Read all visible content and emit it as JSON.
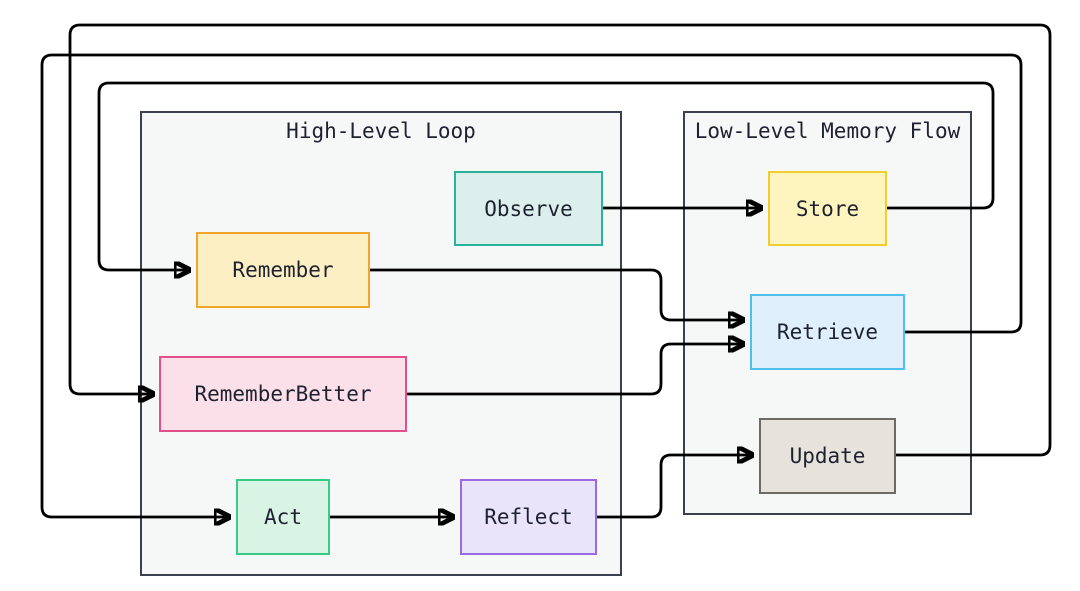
{
  "groups": {
    "high_level": {
      "title": "High-Level Loop"
    },
    "low_level": {
      "title": "Low-Level Memory Flow"
    }
  },
  "nodes": {
    "observe": {
      "label": "Observe",
      "fill": "#dcefed",
      "border": "#2bb39a"
    },
    "remember": {
      "label": "Remember",
      "fill": "#fcefc4",
      "border": "#f0a62b"
    },
    "remember_better": {
      "label": "RememberBetter",
      "fill": "#fbe0e9",
      "border": "#e0508a"
    },
    "act": {
      "label": "Act",
      "fill": "#d9f3e4",
      "border": "#37cc86"
    },
    "reflect": {
      "label": "Reflect",
      "fill": "#eae4fb",
      "border": "#9b6ae3"
    },
    "store": {
      "label": "Store",
      "fill": "#fdf4be",
      "border": "#f2cd2f"
    },
    "retrieve": {
      "label": "Retrieve",
      "fill": "#dff0fc",
      "border": "#4fbff0"
    },
    "update": {
      "label": "Update",
      "fill": "#e6e3dd",
      "border": "#6e6a63"
    }
  },
  "edges": [
    {
      "from": "Observe",
      "to": "Store"
    },
    {
      "from": "Remember",
      "to": "Retrieve"
    },
    {
      "from": "RememberBetter",
      "to": "Retrieve"
    },
    {
      "from": "Act",
      "to": "Reflect"
    },
    {
      "from": "Reflect",
      "to": "Update"
    },
    {
      "from": "Store",
      "to": "Remember"
    },
    {
      "from": "Retrieve",
      "to": "Act"
    },
    {
      "from": "Update",
      "to": "RememberBetter"
    }
  ]
}
